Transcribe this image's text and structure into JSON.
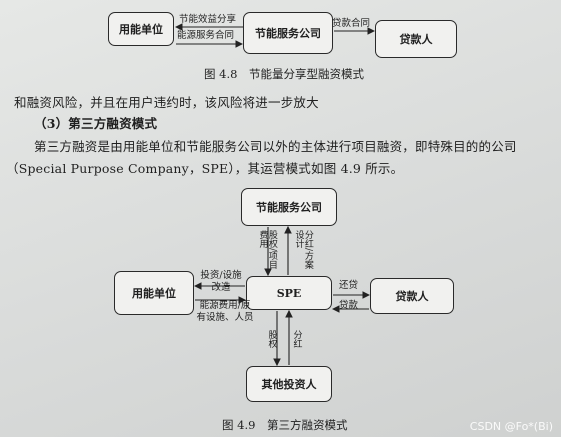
{
  "fig48": {
    "box_user": "用能单位",
    "box_service": "节能服务公司",
    "box_lender": "贷款人",
    "lbl_share": "节能效益分享",
    "lbl_service": "能源服务合同",
    "lbl_loan": "贷款合同",
    "caption": "图 4.8　节能量分享型融资模式"
  },
  "text": {
    "line1": "和融资风险，并且在用户违约时，该风险将进一步放大",
    "heading": "（3）第三方融资模式",
    "line3": "第三方融资是由用能单位和节能服务公司以外的主体进行项目融资，即特殊目的的公司",
    "line4": "（Special Purpose Company，SPE），其运营模式如图 4.9 所示。"
  },
  "fig49": {
    "box_service": "节能服务公司",
    "box_user": "用能单位",
    "box_spe": "SPE",
    "box_lender": "贷款人",
    "box_investor": "其他投资人",
    "lbl_equity_fee": "股权/项目费用",
    "lbl_dividend_design": "分红/方案设计",
    "lbl_invest_retrofit": "投资/设施改造",
    "lbl_energy_fee": "能源费用/原有设施、人员",
    "lbl_repay": "还贷",
    "lbl_loan": "贷款",
    "lbl_equity": "股权",
    "lbl_dividend": "分红",
    "caption": "图 4.9　第三方融资模式"
  },
  "watermark": "CSDN @Fo*(Bi)"
}
